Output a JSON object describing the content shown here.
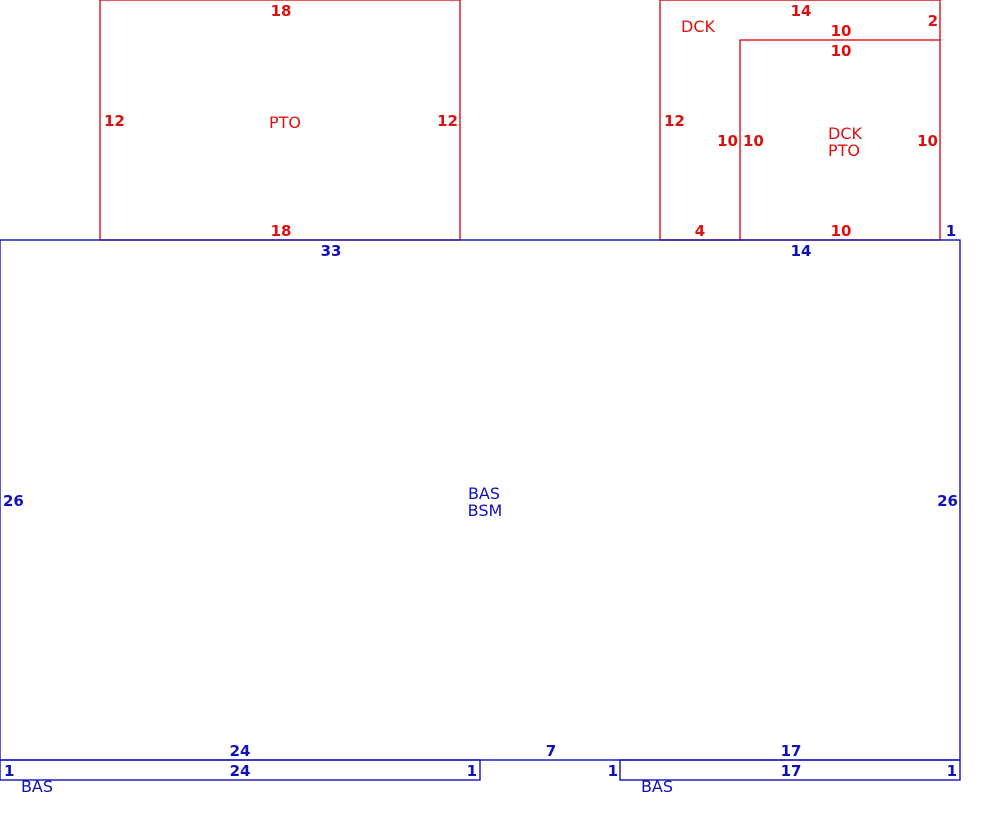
{
  "colors": {
    "pto_deck": "#dd1111",
    "basement": "#1111bb"
  },
  "pto_left": {
    "top": "18",
    "left": "12",
    "right": "12",
    "bottom": "18",
    "label": "PTO"
  },
  "deck": {
    "label": "DCK",
    "top": "14",
    "right_top": "2",
    "left": "12",
    "inner_left": "10",
    "bottom": "4"
  },
  "deck_pto": {
    "label1": "DCK",
    "label2": "PTO",
    "top_outer": "10",
    "top_inner": "10",
    "left": "10",
    "right": "10",
    "bottom": "10",
    "right_tail": "1"
  },
  "main": {
    "label1": "BAS",
    "label2": "BSM",
    "top_left": "33",
    "top_right": "14",
    "left": "26",
    "right": "26",
    "bottom_left": "24",
    "bottom_mid": "7",
    "bottom_right": "17"
  },
  "bas_left": {
    "label": "BAS",
    "top": "24",
    "left": "1",
    "right": "1"
  },
  "bas_right": {
    "label": "BAS",
    "top": "17",
    "left": "1",
    "right": "1"
  }
}
